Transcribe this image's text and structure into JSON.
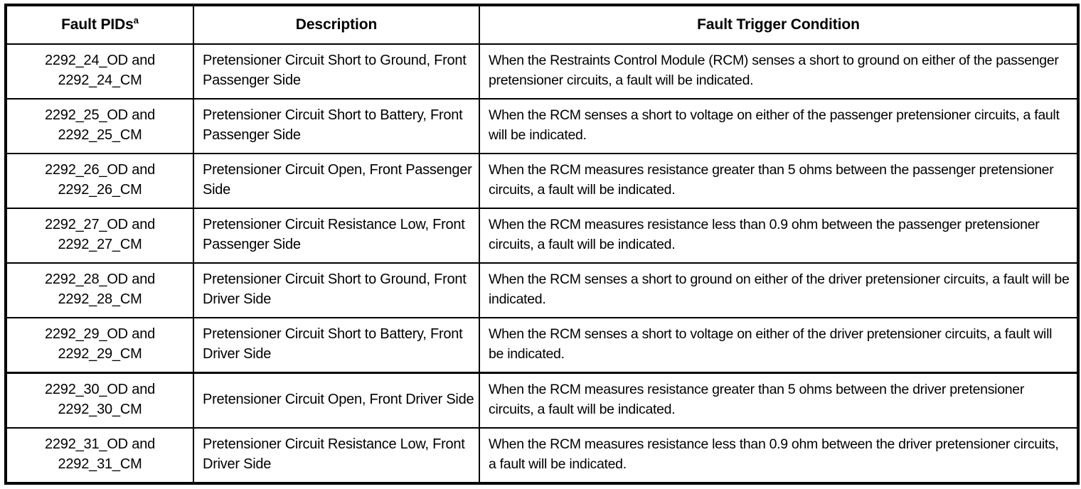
{
  "table": {
    "headers": {
      "pid": "Fault PIDs",
      "pid_superscript": "a",
      "description": "Description",
      "condition": "Fault Trigger Condition"
    },
    "rows": [
      {
        "pid": "2292_24_OD and\n2292_24_CM",
        "description": "Pretensioner Circuit Short to Ground, Front Passenger Side",
        "condition": "When the Restraints Control Module (RCM) senses a short to ground on either of the passenger pretensioner circuits, a fault will be indicated."
      },
      {
        "pid": "2292_25_OD and\n2292_25_CM",
        "description": "Pretensioner Circuit Short to Battery, Front Passenger Side",
        "condition": "When the RCM senses a short to voltage on either of the passenger pretensioner circuits, a fault will be indicated."
      },
      {
        "pid": "2292_26_OD and\n2292_26_CM",
        "description": "Pretensioner Circuit Open, Front Passenger Side",
        "condition": "When the RCM measures resistance greater than 5 ohms between the passenger pretensioner circuits, a fault will be indicated."
      },
      {
        "pid": "2292_27_OD and\n2292_27_CM",
        "description": "Pretensioner Circuit Resistance Low, Front Passenger Side",
        "condition": "When the RCM measures resistance less than 0.9 ohm between the passenger pretensioner circuits, a fault will be indicated."
      },
      {
        "pid": "2292_28_OD and\n2292_28_CM",
        "description": "Pretensioner Circuit Short to Ground, Front Driver Side",
        "condition": "When the RCM senses a short to ground on either of the driver pretensioner circuits, a fault will be indicated."
      },
      {
        "pid": "2292_29_OD and\n2292_29_CM",
        "description": "Pretensioner Circuit Short to Battery, Front Driver Side",
        "condition": "When the RCM senses a short to voltage on either of the driver pretensioner circuits, a fault will be indicated."
      },
      {
        "pid": "2292_30_OD and\n2292_30_CM",
        "description": "Pretensioner Circuit Open, Front Driver Side",
        "condition": "When the RCM measures resistance greater than 5 ohms between the driver pretensioner circuits, a fault will be indicated."
      },
      {
        "pid": "2292_31_OD and\n2292_31_CM",
        "description": "Pretensioner Circuit Resistance Low, Front Driver Side",
        "condition": "When the RCM measures resistance less than 0.9 ohm between the driver pretensioner circuits, a fault will be indicated."
      }
    ]
  },
  "colors": {
    "border": "#000000",
    "text": "#000000",
    "background": "#ffffff"
  }
}
